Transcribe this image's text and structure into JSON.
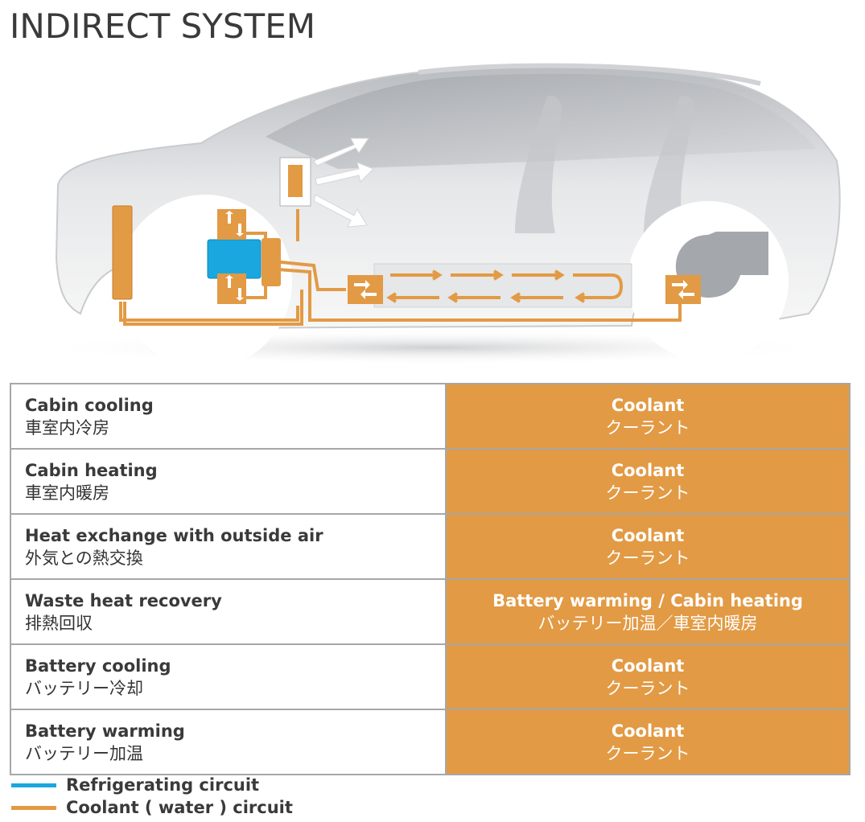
{
  "title": "INDIRECT SYSTEM",
  "rows": [
    {
      "label_en": "Cabin cooling",
      "label_ja": "車室内冷房",
      "value_en": "Coolant",
      "value_ja": "クーラント"
    },
    {
      "label_en": "Cabin heating",
      "label_ja": "車室内暖房",
      "value_en": "Coolant",
      "value_ja": "クーラント"
    },
    {
      "label_en": "Heat exchange with outside air",
      "label_ja": "外気との熱交換",
      "value_en": "Coolant",
      "value_ja": "クーラント"
    },
    {
      "label_en": "Waste heat recovery",
      "label_ja": "排熱回収",
      "value_en": "Battery warming / Cabin heating",
      "value_ja": "バッテリー加温／車室内暖房"
    },
    {
      "label_en": "Battery cooling",
      "label_ja": "バッテリー冷却",
      "value_en": "Coolant",
      "value_ja": "クーラント"
    },
    {
      "label_en": "Battery warming",
      "label_ja": "バッテリー加温",
      "value_en": "Coolant",
      "value_ja": "クーラント"
    }
  ],
  "legend": [
    {
      "label": "Refrigerating circuit",
      "color": "#1aa7e0"
    },
    {
      "label": "Coolant ( water ) circuit",
      "color": "#e29a44"
    }
  ],
  "colors": {
    "coolant": "#e29a44",
    "refrigerant": "#1aa7e0",
    "table_border": "#a7a7a7"
  }
}
